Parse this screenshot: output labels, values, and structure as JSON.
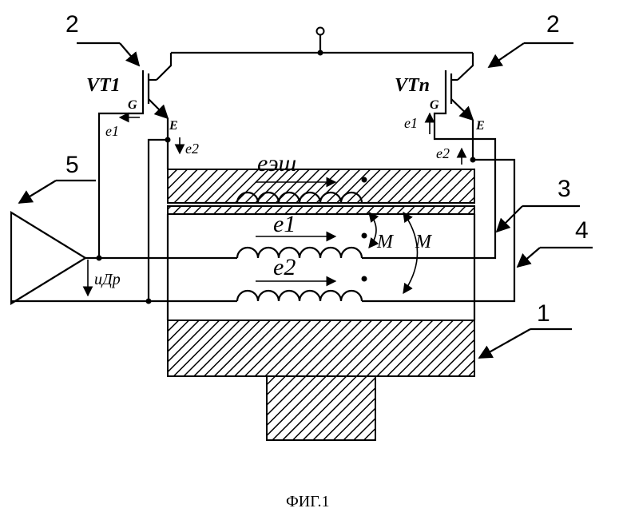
{
  "diagram": {
    "callouts": {
      "c2_left": "2",
      "c2_right": "2",
      "c3": "3",
      "c4": "4",
      "c5": "5",
      "c1": "1"
    },
    "transistors": {
      "left_name": "VT1",
      "right_name": "VTn",
      "gate": "G",
      "emitter": "E"
    },
    "emf": {
      "left_e1": "e1",
      "left_e2": "e2",
      "right_e1": "e1",
      "right_e2": "e2"
    },
    "coils": {
      "top": "eэш",
      "middle": "e1",
      "bottom": "e2"
    },
    "mutual": {
      "m1": "M",
      "m2": "M"
    },
    "voltage": "uДр",
    "caption": "ФИГ.1"
  }
}
